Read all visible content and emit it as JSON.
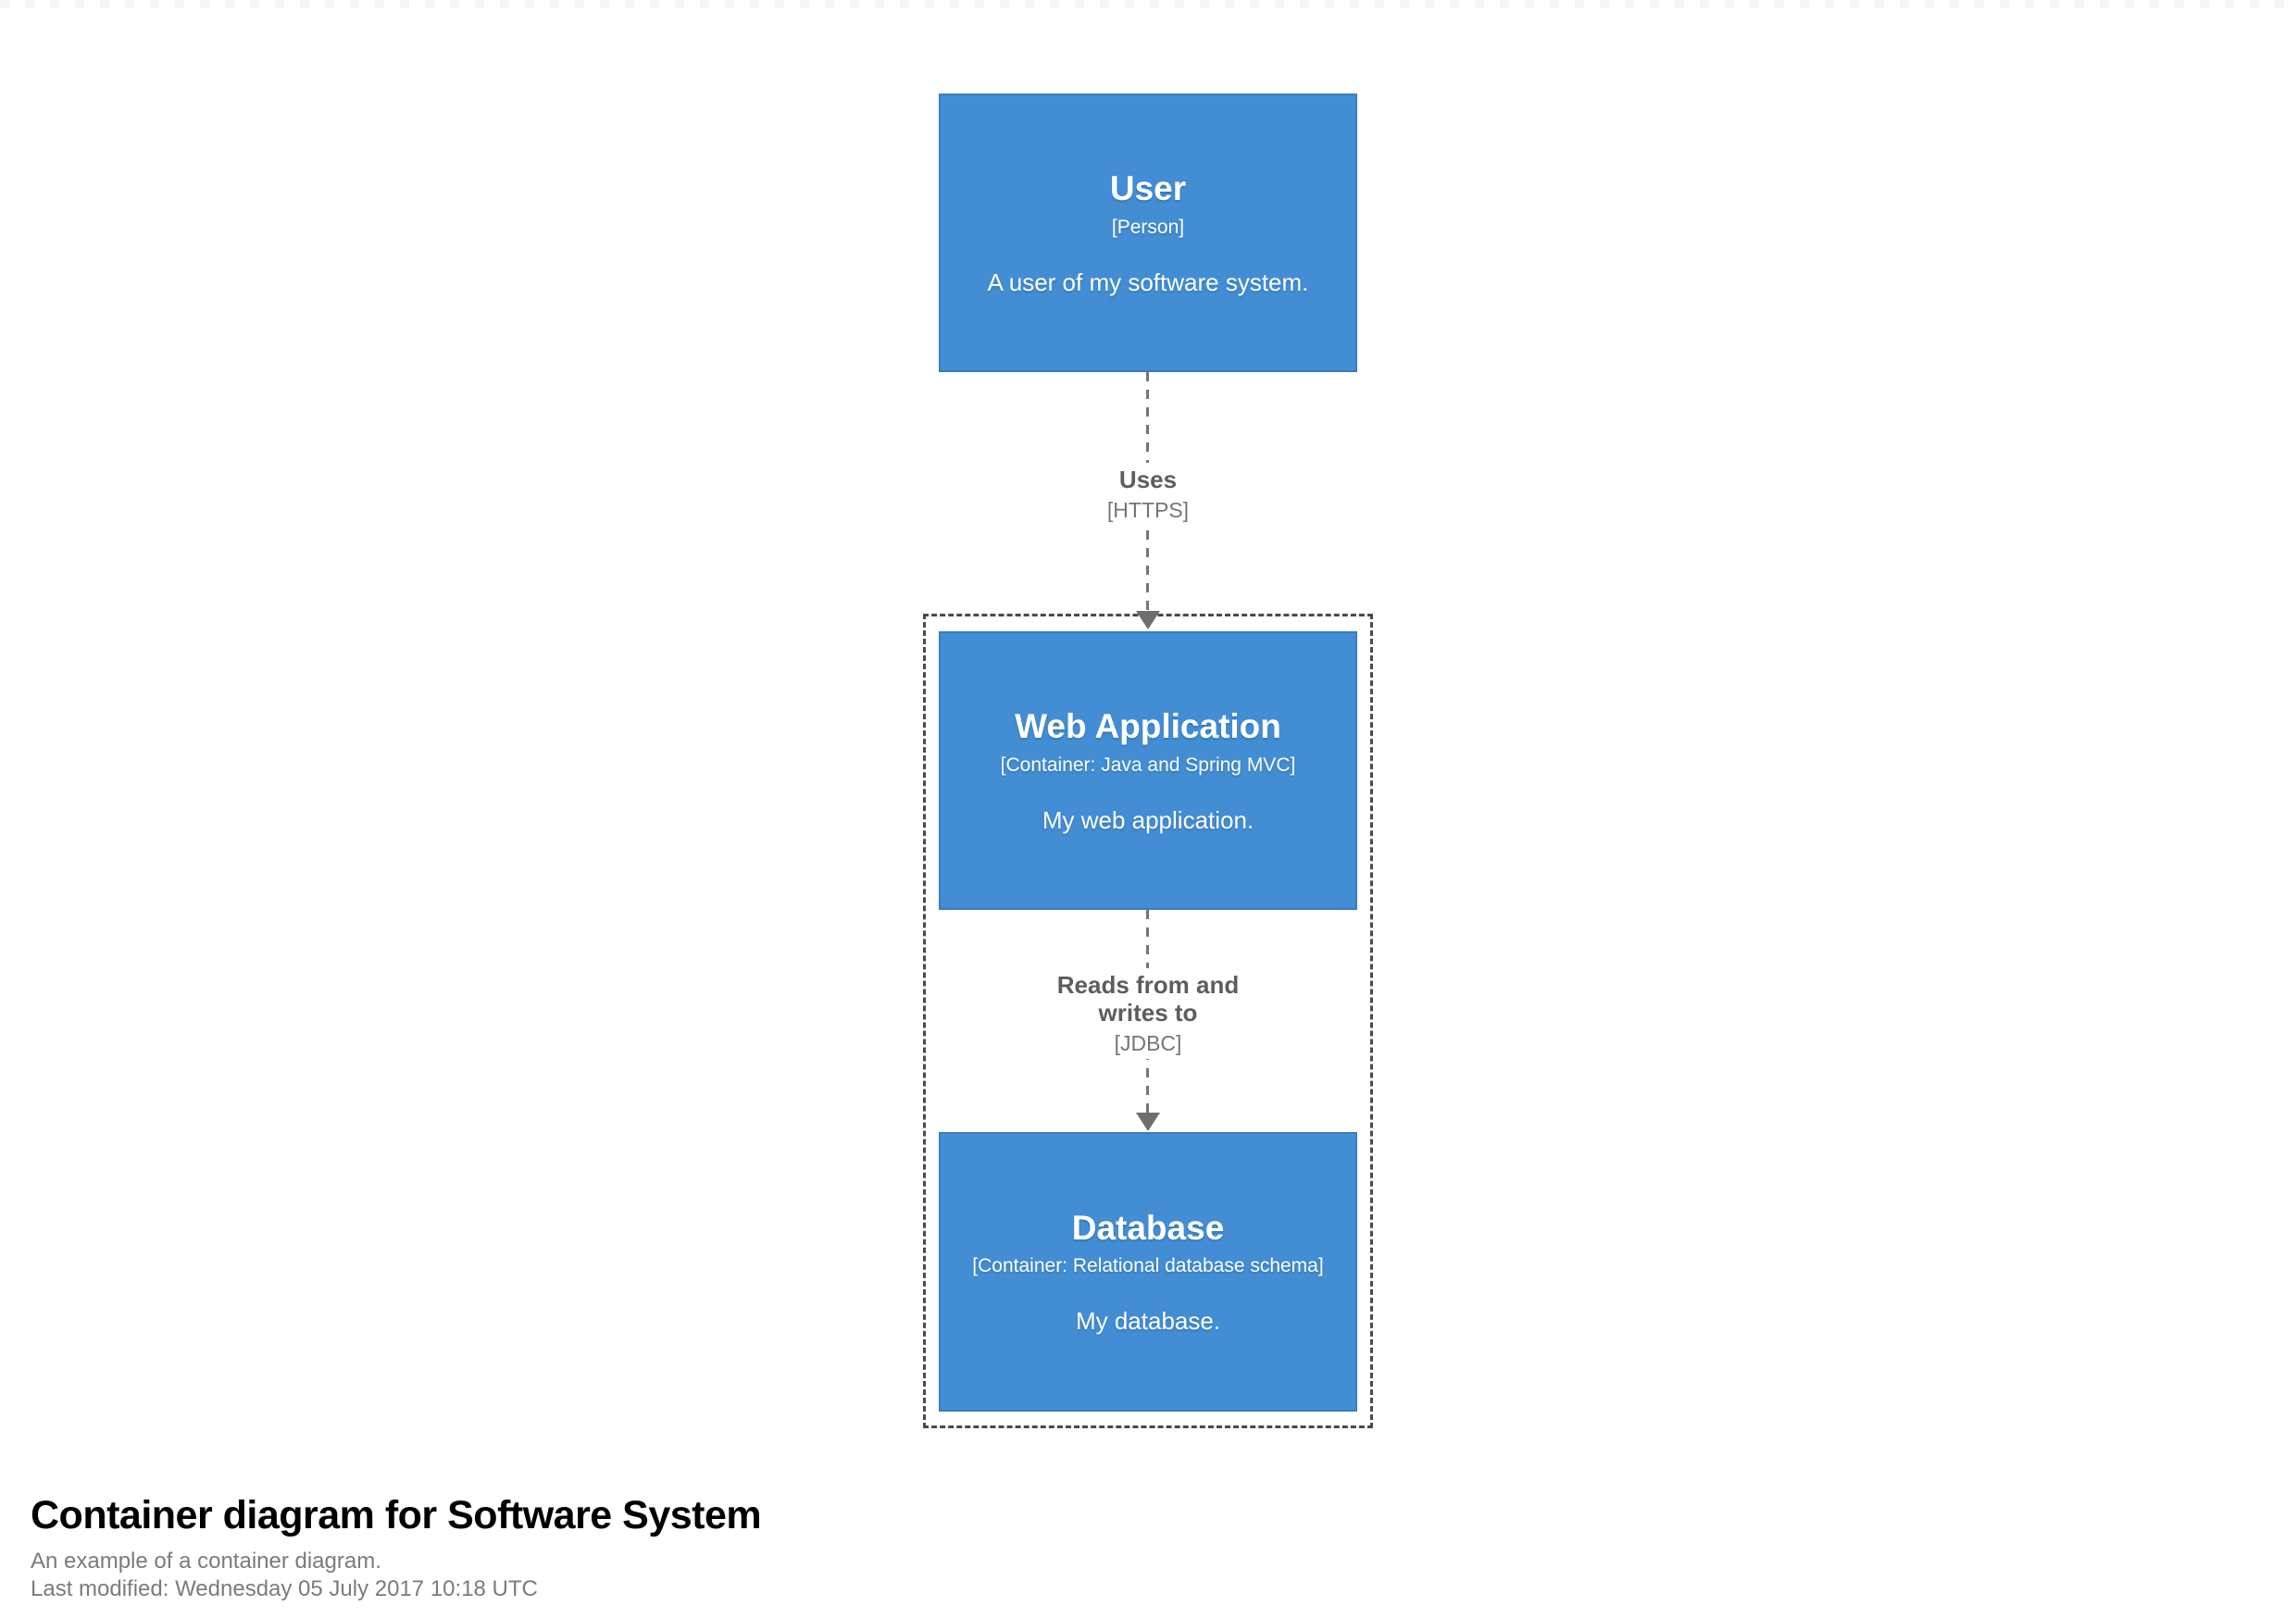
{
  "diagram": {
    "elements": [
      {
        "name": "User",
        "meta": "[Person]",
        "description": "A user of my software system."
      },
      {
        "name": "Web Application",
        "meta": "[Container: Java and Spring MVC]",
        "description": "My web application."
      },
      {
        "name": "Database",
        "meta": "[Container: Relational database schema]",
        "description": "My database."
      }
    ],
    "relationships": [
      {
        "name": "Uses",
        "technology": "[HTTPS]"
      },
      {
        "name": "Reads from and writes to",
        "technology": "[JDBC]"
      }
    ],
    "colors": {
      "element_fill": "#438dd5",
      "element_border": "#3a7cc2",
      "element_text": "#ffffff",
      "boundary_border": "#4a4a4a",
      "relationship_line": "#757575",
      "relationship_text": "#5d5d5d",
      "arrowhead": "#6e6e6e",
      "background": "#ffffff"
    }
  },
  "footer": {
    "title": "Container diagram for Software System",
    "subtitle": "An example of a container diagram.",
    "last_modified": "Last modified: Wednesday 05 July 2017 10:18 UTC"
  }
}
